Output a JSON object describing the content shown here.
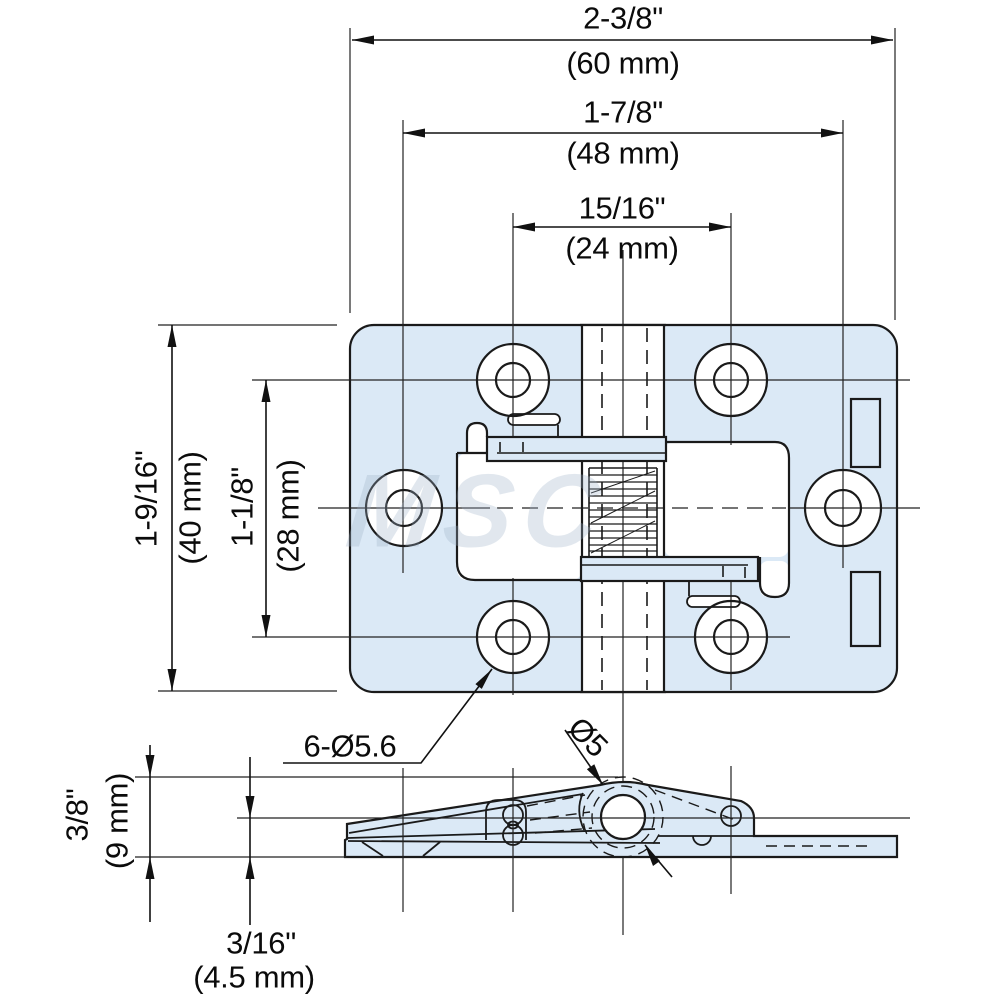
{
  "drawing": {
    "top_dims": [
      {
        "inch": "2-3/8\"",
        "mm": "(60 mm)"
      },
      {
        "inch": "1-7/8\"",
        "mm": "(48 mm)"
      },
      {
        "inch": "15/16\"",
        "mm": "(24 mm)"
      }
    ],
    "left_dims": [
      {
        "inch": "1-9/16\"",
        "mm": "(40 mm)"
      },
      {
        "inch": "1-1/8\"",
        "mm": "(28 mm)"
      }
    ],
    "side_dims": [
      {
        "inch": "3/8\"",
        "mm": "(9 mm)"
      },
      {
        "inch": "3/16\"",
        "mm": "(4.5 mm)"
      }
    ],
    "labels": {
      "holes": "6-Ø5.6",
      "pin": "Ø5"
    },
    "watermark": "MSC",
    "colors": {
      "body_fill": "#dbe9f6",
      "line": "#1a1a1a"
    }
  }
}
